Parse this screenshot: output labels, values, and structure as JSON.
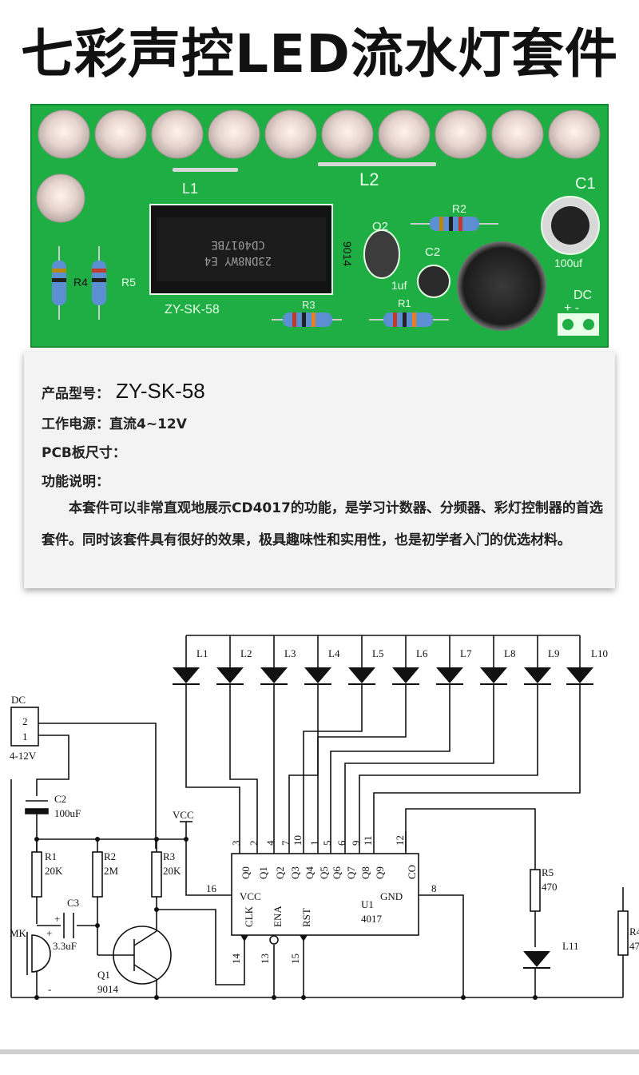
{
  "title": "七彩声控LED流水灯套件",
  "pcb": {
    "led_labels": [
      "L1",
      "L2"
    ],
    "cap_c1": "C1",
    "cap_c1_value": "100uf",
    "chip_marking_1": "CD4017BE",
    "chip_marking_2": "23DN8WY E4",
    "board_model": "ZY-SK-58",
    "q2": "Q2",
    "q2_part": "9014",
    "c2": "C2",
    "c2_value": "1uf",
    "r1": "R1",
    "r2": "R2",
    "r3": "R3",
    "r4": "R4",
    "r5": "R5",
    "dc": "DC",
    "dc_pins": "+ -"
  },
  "info": {
    "model_label": "产品型号：",
    "model_value": "ZY-SK-58",
    "power_label": "工作电源：",
    "power_value": "直流4~12V",
    "pcb_size_label": "PCB板尺寸：",
    "function_label": "功能说明：",
    "description": "本套件可以非常直观地展示CD4017的功能，是学习计数器、分频器、彩灯控制器的首选套件。同时该套件具有很好的效果，极具趣味性和实用性，也是初学者入门的优选材料。"
  },
  "schematic": {
    "leds": [
      "L1",
      "L2",
      "L3",
      "L4",
      "L5",
      "L6",
      "L7",
      "L8",
      "L9",
      "L10"
    ],
    "dc_label": "DC",
    "dc_pin_2": "2",
    "dc_pin_1": "1",
    "dc_range": "4-12V",
    "c2_label": "C2",
    "c2_value": "100uF",
    "vcc_label": "VCC",
    "r1_label": "R1",
    "r1_value": "20K",
    "r2_label": "R2",
    "r2_value": "2M",
    "r3_label": "R3",
    "r3_value": "20K",
    "c3_label": "C3",
    "c3_value": "3.3uF",
    "mk_label": "MK",
    "plus": "+",
    "minus": "-",
    "q1_label": "Q1",
    "q1_value": "9014",
    "ic_top_pins": [
      "3",
      "2",
      "4",
      "7",
      "10",
      "1",
      "5",
      "6",
      "9",
      "11",
      "12"
    ],
    "ic_outputs": [
      "Q0",
      "Q1",
      "Q2",
      "Q3",
      "Q4",
      "Q5",
      "Q6",
      "Q7",
      "Q8",
      "Q9",
      "CO"
    ],
    "ic_vcc": "VCC",
    "ic_clk": "CLK",
    "ic_ena": "ENA",
    "ic_rst": "RST",
    "ic_gnd": "GND",
    "ic_name": "U1",
    "ic_part": "4017",
    "pin_16": "16",
    "pin_8": "8",
    "pin_14": "14",
    "pin_13": "13",
    "pin_15": "15",
    "r5_label": "R5",
    "r5_value": "470",
    "l11_label": "L11",
    "r4_label": "R4",
    "r4_value": "47"
  }
}
